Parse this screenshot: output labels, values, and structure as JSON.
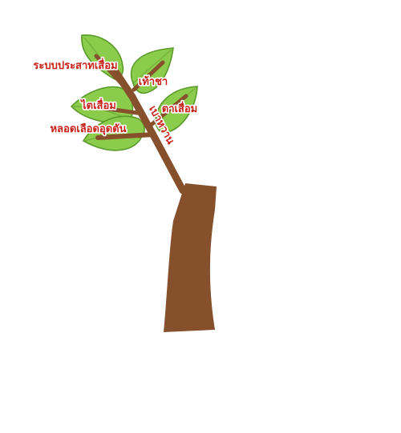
{
  "diagram": {
    "trunk_label": "เบาหวาน",
    "leaves": [
      {
        "id": "nerve",
        "label": "ระบบประสาทเสื่อม"
      },
      {
        "id": "foot",
        "label": "เท้าชา"
      },
      {
        "id": "kidney",
        "label": "ไตเสื่อม"
      },
      {
        "id": "eye",
        "label": "ตาเสื่อม"
      },
      {
        "id": "vessel",
        "label": "หลอดเลือดอุดตัน"
      }
    ],
    "colors": {
      "leaf_fill": "#8ccc4c",
      "leaf_outline": "#5a9a2a",
      "wood": "#85502b",
      "label_text": "#c8231a",
      "label_outline": "#ffffff"
    }
  }
}
